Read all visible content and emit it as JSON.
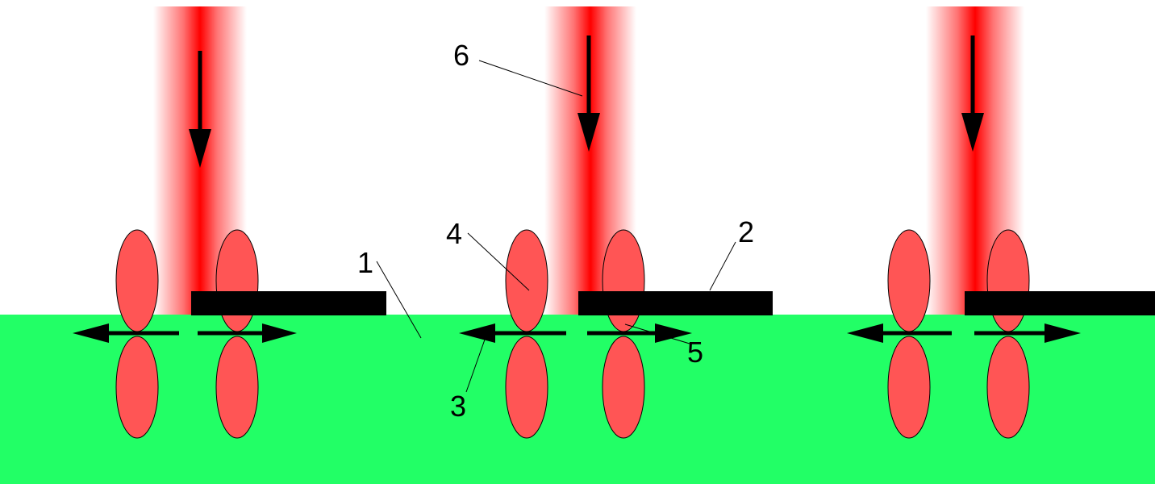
{
  "colors": {
    "background": "#ffffff",
    "substrate": "#22ff66",
    "beam_core": "#ff0000",
    "lobe_fill": "#ff5555",
    "mask": "#000000",
    "arrow": "#000000"
  },
  "panels": [
    {
      "id": "left",
      "numbered": false
    },
    {
      "id": "middle",
      "numbered": true
    },
    {
      "id": "right",
      "numbered": false
    }
  ],
  "callouts": {
    "substrate": "1",
    "mask": "2",
    "left_arrow": "3",
    "lobe_left": "4",
    "lobe_under_mask": "5",
    "beam": "6"
  }
}
